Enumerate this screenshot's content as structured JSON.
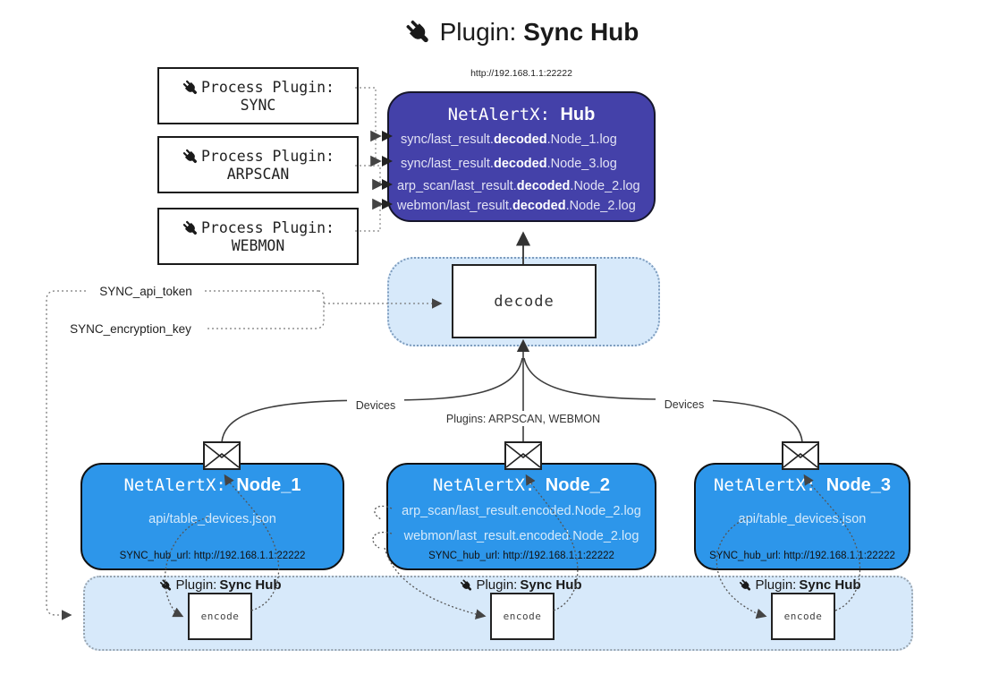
{
  "title": {
    "prefix": "Plugin:",
    "bold": "Sync Hub"
  },
  "process_plugins": [
    {
      "line1": "Process Plugin:",
      "name": "SYNC"
    },
    {
      "line1": "Process Plugin:",
      "name": "ARPSCAN"
    },
    {
      "line1": "Process Plugin:",
      "name": "WEBMON"
    }
  ],
  "hub": {
    "url": "http://192.168.1.1:22222",
    "title_prefix": "NetAlertX:",
    "title_bold": "Hub",
    "logs": [
      {
        "pre": "sync/last_result.",
        "bold": "decoded",
        "post": ".Node_1.log"
      },
      {
        "pre": "sync/last_result.",
        "bold": "decoded",
        "post": ".Node_3.log"
      },
      {
        "pre": "arp_scan/last_result.",
        "bold": "decoded",
        "post": ".Node_2.log"
      },
      {
        "pre": "webmon/last_result.",
        "bold": "decoded",
        "post": ".Node_2.log"
      }
    ]
  },
  "decode_box": {
    "label": "decode"
  },
  "settings": {
    "api_token": "SYNC_api_token",
    "encryption_key": "SYNC_encryption_key"
  },
  "edge_labels": {
    "devices_left": "Devices",
    "plugins_middle": "Plugins: ARPSCAN, WEBMON",
    "devices_right": "Devices"
  },
  "nodes": [
    {
      "title_prefix": "NetAlertX:",
      "title_bold": "Node_1",
      "files": [
        "api/table_devices.json"
      ],
      "hub_url": "SYNC_hub_url: http://192.168.1.1:22222"
    },
    {
      "title_prefix": "NetAlertX:",
      "title_bold": "Node_2",
      "files": [
        "arp_scan/last_result.encoded.Node_2.log",
        "webmon/last_result.encoded.Node_2.log"
      ],
      "hub_url": "SYNC_hub_url: http://192.168.1.1:22222"
    },
    {
      "title_prefix": "NetAlertX:",
      "title_bold": "Node_3",
      "files": [
        "api/table_devices.json"
      ],
      "hub_url": "SYNC_hub_url: http://192.168.1.1:22222"
    }
  ],
  "encoders": [
    {
      "label_prefix": "Plugin:",
      "label_bold": "Sync Hub",
      "box_label": "encode"
    },
    {
      "label_prefix": "Plugin:",
      "label_bold": "Sync Hub",
      "box_label": "encode"
    },
    {
      "label_prefix": "Plugin:",
      "label_bold": "Sync Hub",
      "box_label": "encode"
    }
  ],
  "colors": {
    "hub_bg": "#4441A9",
    "node_bg": "#2D96EA",
    "container_bg": "#D7E9FA"
  }
}
